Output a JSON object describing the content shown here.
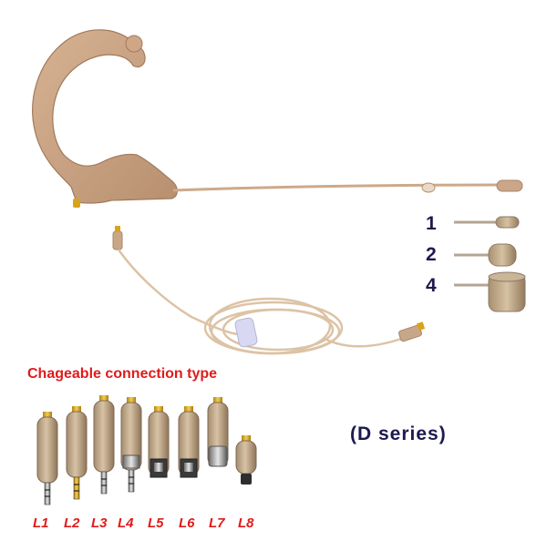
{
  "capsule_labels": [
    "1",
    "2",
    "4"
  ],
  "caption": "Chageable connection type",
  "series_label": "(D series)",
  "connector_labels": [
    "L1",
    "L2",
    "L3",
    "L4",
    "L5",
    "L6",
    "L7",
    "L8"
  ],
  "colors": {
    "skin": "#c9a384",
    "skin_dark": "#a7805f",
    "cable": "#d8bd9f",
    "gold": "#d9a31a",
    "label_red": "#e01b1b",
    "label_navy": "#1d1a4f",
    "velcro": "#d8d8f2"
  }
}
